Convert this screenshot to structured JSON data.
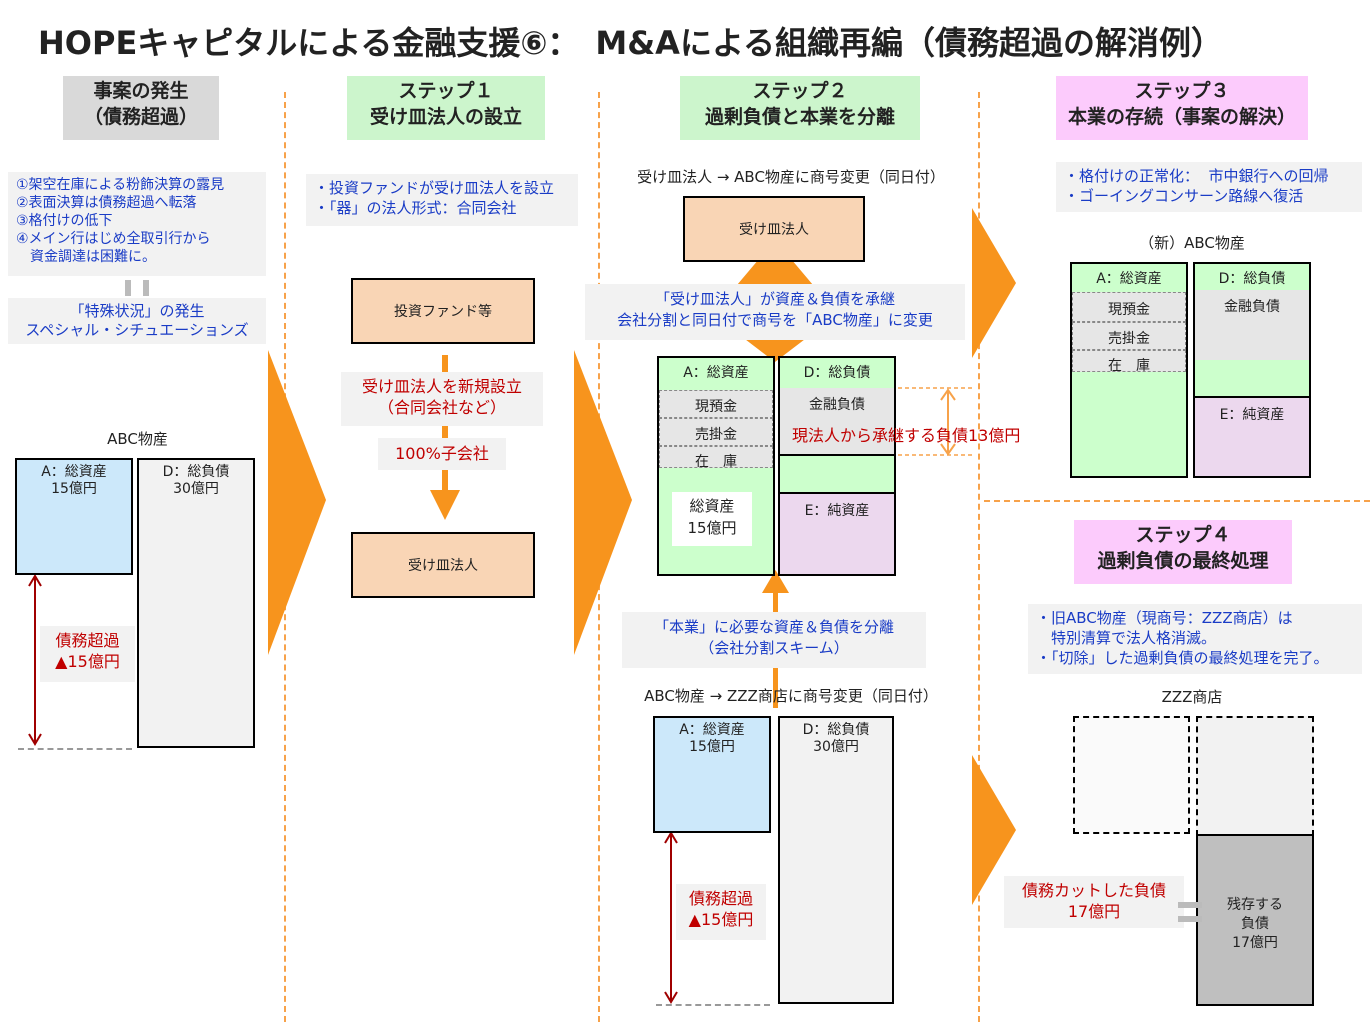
{
  "title": "HOPEキャピタルによる金融支援⑥：　M&Aによる組織再編（債務超過の解消例）",
  "col1": {
    "header": "事案の発生\n（債務超過）",
    "notes": "①架空在庫による粉飾決算の露見\n②表面決算は債務超過へ転落\n③格付けの低下\n④メイン行はじめ全取引行から\n　資金調達は困難に。",
    "special": "「特殊状況」の発生\nスペシャル・シチュエーションズ",
    "company": "ABC物産",
    "assets": "A：総資産\n15億円",
    "liabilities": "D：総負債\n30億円",
    "excess": "債務超過\n▲15億円"
  },
  "col2": {
    "header": "ステップ１\n受け皿法人の設立",
    "notes": "・投資ファンドが受け皿法人を設立\n・「器」の法人形式：合同会社",
    "fund": "投資ファンド等",
    "newco_note": "受け皿法人を新規設立\n（合同会社など）",
    "subsidiary": "100%子会社",
    "receiver": "受け皿法人"
  },
  "col3": {
    "header": "ステップ２\n過剰負債と本業を分離",
    "rename_top": "受け皿法人 → ABC物産に商号変更（同日付）",
    "receiver": "受け皿法人",
    "transfer_note": "「受け皿法人」が資産＆負債を承継\n会社分割と同日付で商号を「ABC物産」に変更",
    "assets_hdr": "A：総資産",
    "liab_hdr": "D：総負債",
    "cash": "現預金",
    "receivables": "売掛金",
    "inventory": "在　庫",
    "fin_debt": "金融負債",
    "total_assets": "総資産\n15億円",
    "equity": "E：純資産",
    "inherited": "現法人から承継する負債13億円",
    "split_note": "「本業」に必要な資産＆負債を分離\n（会社分割スキーム）",
    "rename_bottom": "ABC物産 → ZZZ商店に商号変更（同日付）",
    "old_assets": "A：総資産\n15億円",
    "old_liab": "D：総負債\n30億円",
    "excess": "債務超過\n▲15億円"
  },
  "col4": {
    "header": "ステップ３\n本業の存続（事案の解決）",
    "notes": "・格付けの正常化：  市中銀行への回帰\n・ゴーイングコンサーン路線へ復活",
    "company": "（新）ABC物産",
    "assets_hdr": "A：総資産",
    "liab_hdr": "D：総負債",
    "cash": "現預金",
    "receivables": "売掛金",
    "inventory": "在　庫",
    "fin_debt": "金融負債",
    "equity": "E：純資産"
  },
  "col5": {
    "header": "ステップ４\n過剰負債の最終処理",
    "notes": "・旧ABC物産（現商号：ZZZ商店）は\n　特別清算で法人格消滅。\n・「切除」した過剰負債の最終処理を完了。",
    "company": "ZZZ商店",
    "cut": "債務カットした負債\n17億円",
    "remaining": "残存する\n負債\n17億円"
  }
}
